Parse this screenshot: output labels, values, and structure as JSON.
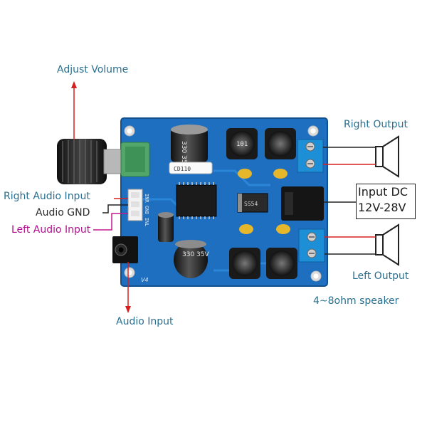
{
  "labels": {
    "adjust_volume": "Adjust Volume",
    "right_output": "Right Output",
    "right_audio_input": "Right Audio Input",
    "audio_gnd": "Audio GND",
    "left_audio_input": "Left Audio Input",
    "input_dc_line1": "Input DC",
    "input_dc_line2": "12V-28V",
    "left_output": "Left Output",
    "speaker_range": "4~8ohm speaker",
    "audio_input": "Audio Input"
  },
  "board_marks": {
    "cap_top": "330 35V",
    "cap_bottom": "330 35V",
    "header_pins": "INR GND INL",
    "chip": "CD110",
    "diode": "SS54",
    "inductor": "101",
    "version": "V4"
  },
  "colors": {
    "pcb": "#1f6fc0",
    "label_blue": "#2a6f8f",
    "wire_red": "#d62020",
    "wire_dark": "#222222",
    "wire_pink": "#c0188f",
    "terminal": "#1d8fd6"
  }
}
